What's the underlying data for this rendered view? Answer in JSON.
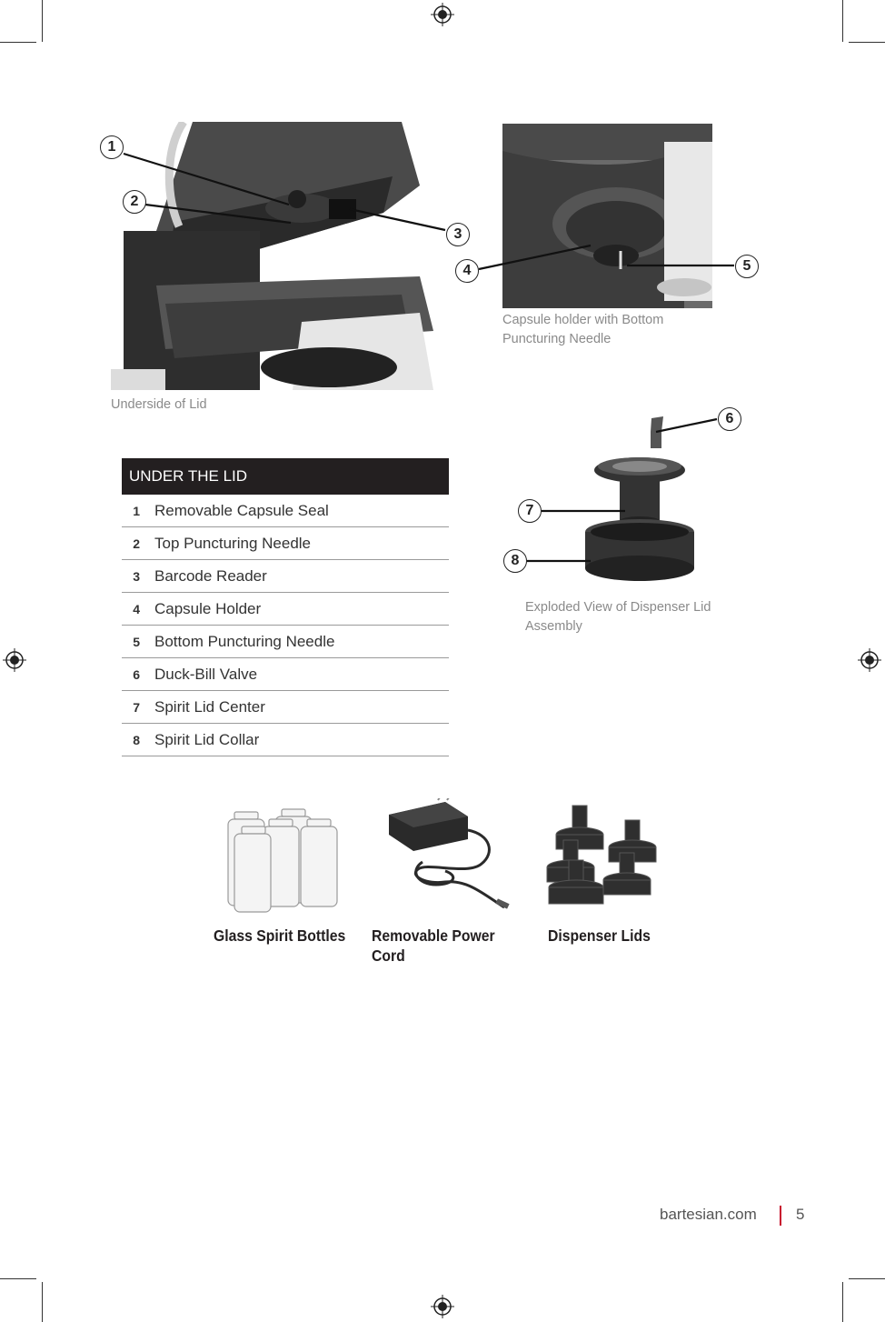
{
  "captions": {
    "underside": "Underside of Lid",
    "capsule_holder": "Capsule holder with Bottom Puncturing Needle",
    "exploded": "Exploded View of Dispenser Lid Assembly"
  },
  "callouts": [
    "1",
    "2",
    "3",
    "4",
    "5",
    "6",
    "7",
    "8"
  ],
  "table": {
    "header": "UNDER THE LID",
    "rows": [
      {
        "num": "1",
        "label": "Removable Capsule Seal"
      },
      {
        "num": "2",
        "label": "Top Puncturing Needle"
      },
      {
        "num": "3",
        "label": "Barcode Reader"
      },
      {
        "num": "4",
        "label": "Capsule Holder"
      },
      {
        "num": "5",
        "label": "Bottom Puncturing Needle"
      },
      {
        "num": "6",
        "label": "Duck-Bill Valve"
      },
      {
        "num": "7",
        "label": "Spirit Lid Center"
      },
      {
        "num": "8",
        "label": "Spirit Lid Collar"
      }
    ]
  },
  "accessories": {
    "bottles": "Glass Spirit Bottles",
    "cord": "Removable Power Cord",
    "lids": "Dispenser Lids"
  },
  "footer": {
    "site": "bartesian.com",
    "page": "5"
  },
  "colors": {
    "table_header_bg": "#231f20",
    "footer_separator": "#c8102e"
  }
}
